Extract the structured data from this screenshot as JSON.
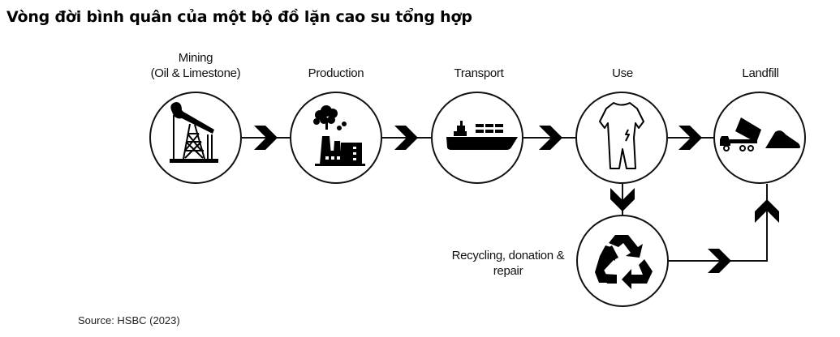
{
  "title": "Vòng đời bình quân của một bộ đồ lặn cao su tổng hợp",
  "stages": [
    {
      "id": "mining",
      "label_line1": "Mining",
      "label_line2": "(Oil & Limestone)",
      "icon": "oil-pump-icon"
    },
    {
      "id": "production",
      "label_line1": "Production",
      "icon": "factory-icon"
    },
    {
      "id": "transport",
      "label_line1": "Transport",
      "icon": "cargo-ship-icon"
    },
    {
      "id": "use",
      "label_line1": "Use",
      "icon": "wetsuit-icon"
    },
    {
      "id": "landfill",
      "label_line1": "Landfill",
      "icon": "dump-truck-icon"
    },
    {
      "id": "recycling",
      "label_line1": "Recycling, donation &",
      "label_line2": "repair",
      "icon": "recycle-icon"
    }
  ],
  "flows": [
    {
      "from": "mining",
      "to": "production"
    },
    {
      "from": "production",
      "to": "transport"
    },
    {
      "from": "transport",
      "to": "use"
    },
    {
      "from": "use",
      "to": "landfill"
    },
    {
      "from": "use",
      "to": "recycling"
    },
    {
      "from": "recycling",
      "to": "landfill"
    }
  ],
  "source": "Source: HSBC (2023)",
  "colors": {
    "stroke": "#111111",
    "fill": "#000000",
    "background": "#ffffff"
  }
}
